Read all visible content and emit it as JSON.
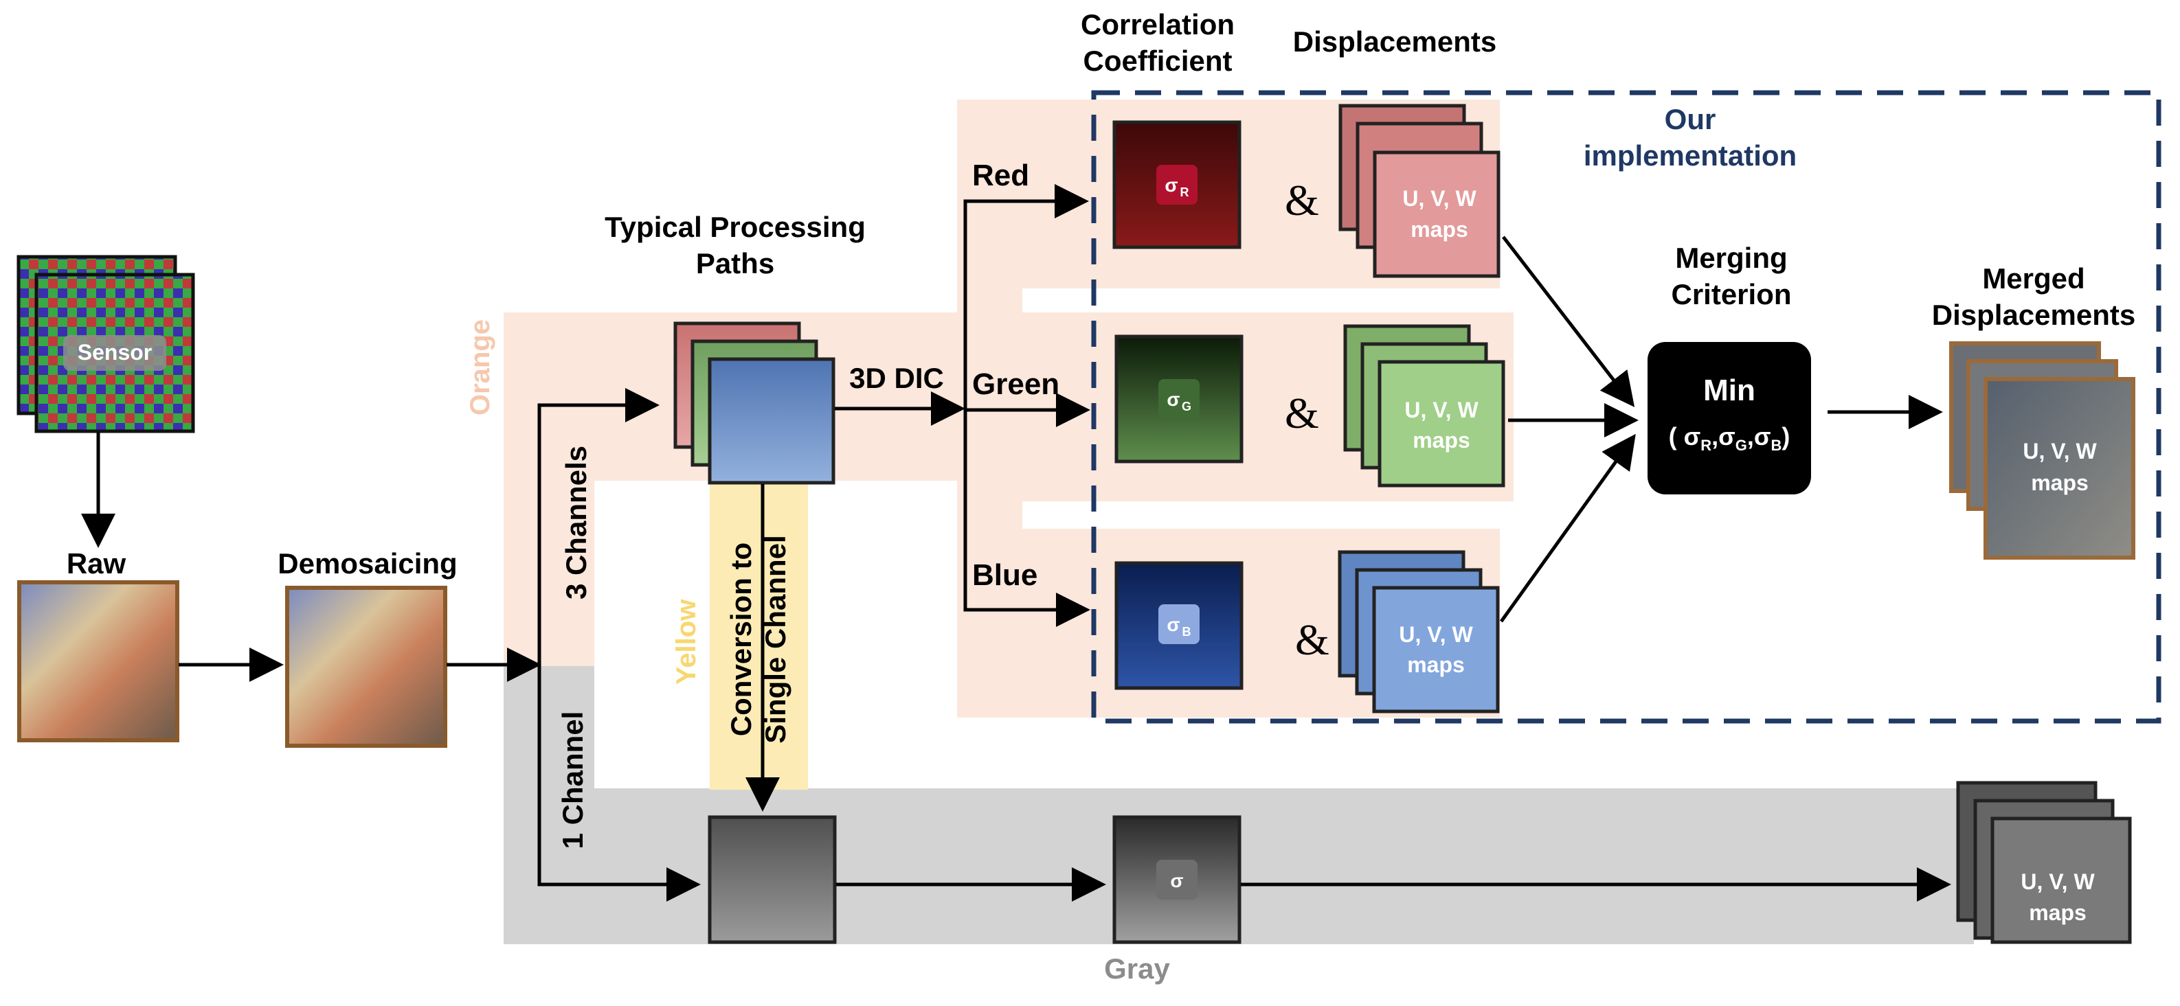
{
  "labels": {
    "sensor": "Sensor",
    "raw": "Raw",
    "demosaicing": "Demosaicing",
    "typical_paths": "Typical Processing\nPaths",
    "three_d_dic": "3D DIC",
    "three_channels": "3 Channels",
    "one_channel": "1 Channel",
    "conversion": "Conversion to\nSingle Channel",
    "correlation_coefficient": "Correlation\nCoefficient",
    "displacements": "Displacements",
    "our_implementation": "Our\nimplementation",
    "merging_criterion": "Merging\nCriterion",
    "merged_displacements": "Merged\nDisplacements",
    "red": "Red",
    "green": "Green",
    "blue": "Blue",
    "orange": "Orange",
    "yellow": "Yellow",
    "gray": "Gray",
    "amp": "&"
  },
  "maps_label": {
    "line1": "U, V, W",
    "line2": "maps"
  },
  "sigma": {
    "red": "σR",
    "green": "σG",
    "blue": "σB",
    "gray": "σ",
    "sub_r": "R",
    "sub_g": "G",
    "sub_b": "B"
  },
  "min_box": {
    "title": "Min",
    "args": "( σR,σG,σB)"
  },
  "colors": {
    "orange_region": "#fbe7dc",
    "yellow_region": "#fdebb5",
    "gray_region": "#d3d3d3",
    "dashed_box": "#1f3864",
    "our_impl_text": "#1f3864",
    "orange_label": "#f6c7ad",
    "yellow_label": "#f8d770",
    "gray_label": "#8c8c8c",
    "red_tile": "#d98080",
    "green_tile": "#8fbf78",
    "blue_tile": "#6e93cc"
  }
}
